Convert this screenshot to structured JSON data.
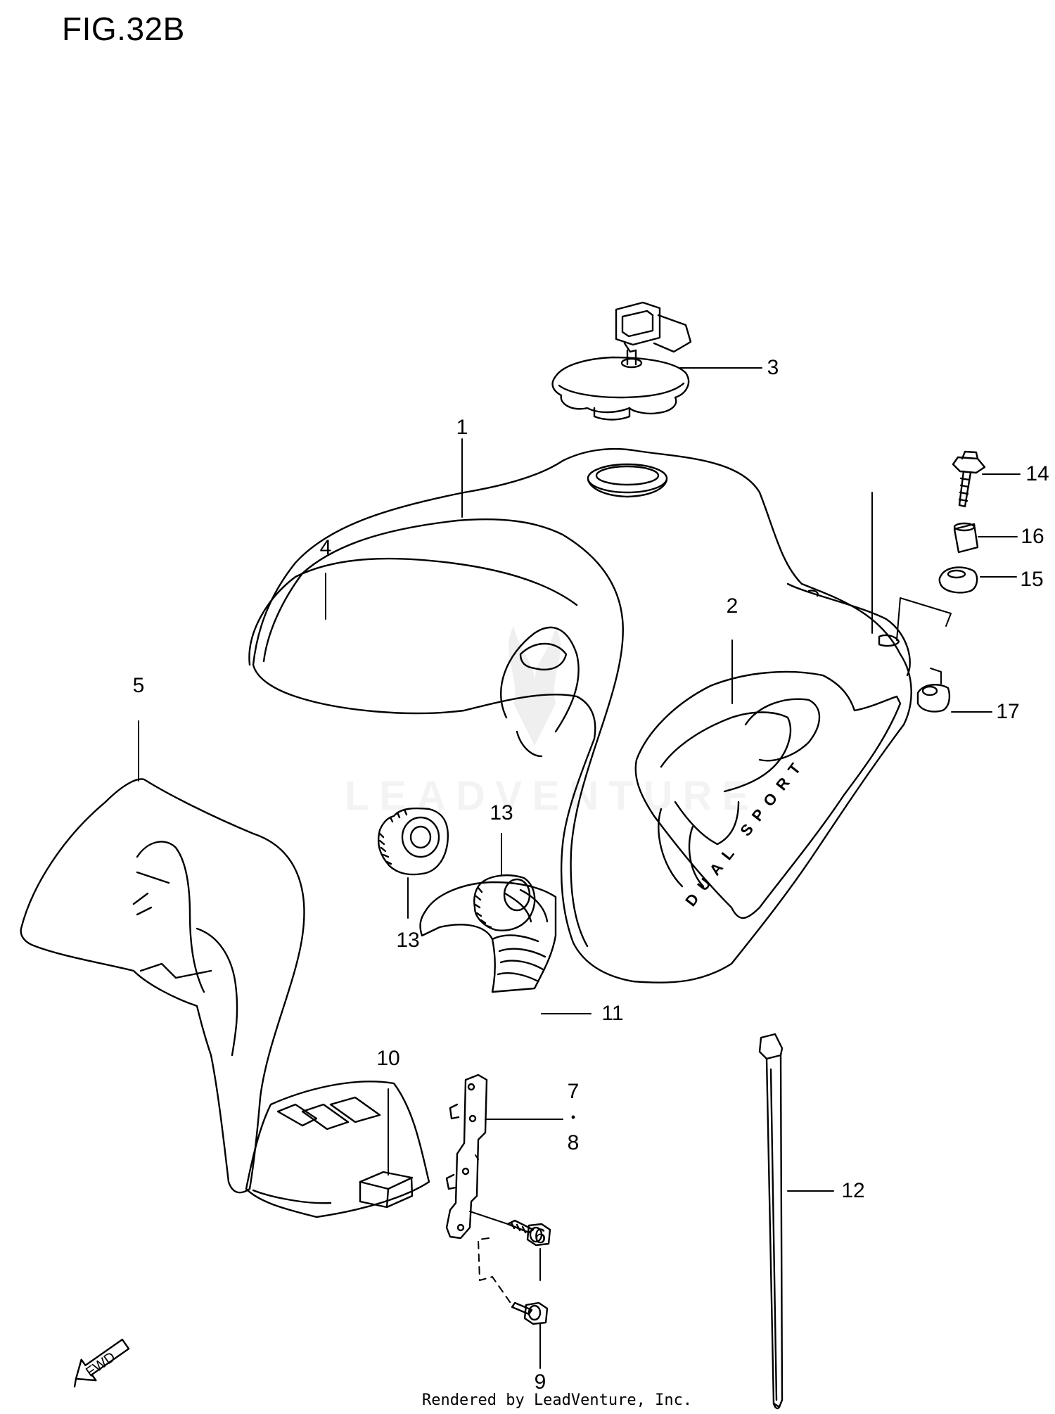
{
  "figure": {
    "title": "FIG.32B",
    "footer": "Rendered by LeadVenture, Inc.",
    "watermark": "LEADVENTURE",
    "fwd_label": "FWD",
    "decal_text": "DUAL SPORT"
  },
  "callouts": [
    {
      "id": "c1",
      "label": "1"
    },
    {
      "id": "c2",
      "label": "2"
    },
    {
      "id": "c3",
      "label": "3"
    },
    {
      "id": "c4",
      "label": "4"
    },
    {
      "id": "c5",
      "label": "5"
    },
    {
      "id": "c6",
      "label": "6"
    },
    {
      "id": "c7",
      "label": "7"
    },
    {
      "id": "c7dot",
      "label": "•"
    },
    {
      "id": "c8",
      "label": "8"
    },
    {
      "id": "c9",
      "label": "9"
    },
    {
      "id": "c10",
      "label": "10"
    },
    {
      "id": "c11",
      "label": "11"
    },
    {
      "id": "c12",
      "label": "12"
    },
    {
      "id": "c13a",
      "label": "13"
    },
    {
      "id": "c13b",
      "label": "13"
    },
    {
      "id": "c14",
      "label": "14"
    },
    {
      "id": "c15",
      "label": "15"
    },
    {
      "id": "c16",
      "label": "16"
    },
    {
      "id": "c17",
      "label": "17"
    }
  ]
}
